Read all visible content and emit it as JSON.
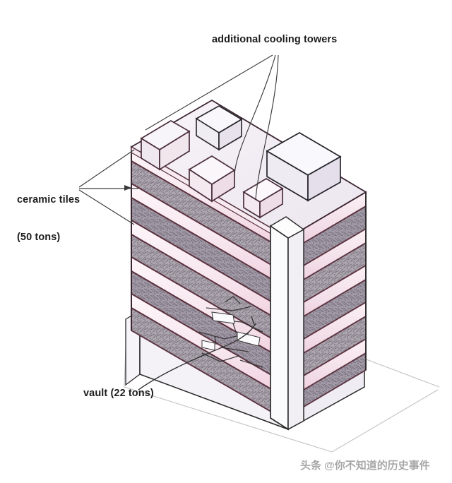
{
  "figure": {
    "type": "isometric-architectural-sketch",
    "background_color": "#ffffff",
    "subject": "multi-storey building cutaway with banded facade"
  },
  "annotations": {
    "cooling_towers": {
      "label": "additional cooling towers",
      "position": "top-center",
      "leader_count": 3
    },
    "ceramic_tiles": {
      "label": "ceramic tiles\n(50 tons)",
      "line1": "ceramic tiles",
      "line2": "(50 tons)",
      "position": "left",
      "leader_count": 3
    },
    "vault": {
      "label": "vault (22 tons)",
      "position": "bottom-left",
      "leader_count": 1
    }
  },
  "colors": {
    "ink": "#1c1c1c",
    "band_edge": "#5c3340",
    "band_pink": "#f7e7ee",
    "band_pink_deep": "#f3d7e2",
    "band_texture": "#a9a2ab",
    "band_texture_dark": "#8b838f",
    "roof_face": "#f2edf3",
    "box_face_light": "#f6f3f8",
    "box_face_shade": "#e6e0ea",
    "column_white": "#fbfafc",
    "vault_face": "#f4f2f6",
    "construction_line": "#bdbdbd",
    "watermark": "#9a9a9a"
  },
  "building": {
    "floor_bands": 6,
    "rooftop_boxes": 5,
    "has_corner_column": true,
    "has_base_vault": true
  },
  "watermark": {
    "text": "头条 @你不知道的历史事件"
  }
}
